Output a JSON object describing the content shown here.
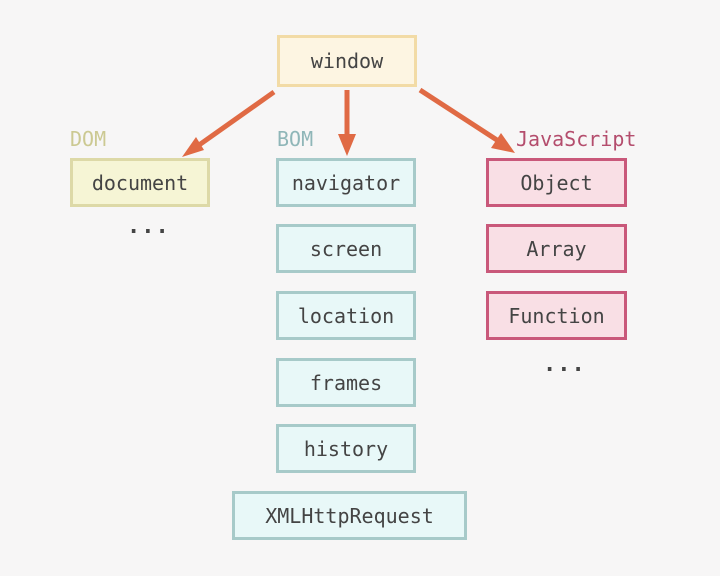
{
  "window": {
    "label": "window"
  },
  "groups": {
    "dom": {
      "label": "DOM",
      "items": [
        "document"
      ],
      "ellipsis": "..."
    },
    "bom": {
      "label": "BOM",
      "items": [
        "navigator",
        "screen",
        "location",
        "frames",
        "history",
        "XMLHttpRequest"
      ]
    },
    "javascript": {
      "label": "JavaScript",
      "items": [
        "Object",
        "Array",
        "Function"
      ],
      "ellipsis": "..."
    }
  },
  "colors": {
    "arrow": "#e06a44",
    "window_border": "#f2dba6",
    "dom_border": "#ddd9a7",
    "bom_border": "#a7cac9",
    "js_border": "#c9587a"
  }
}
